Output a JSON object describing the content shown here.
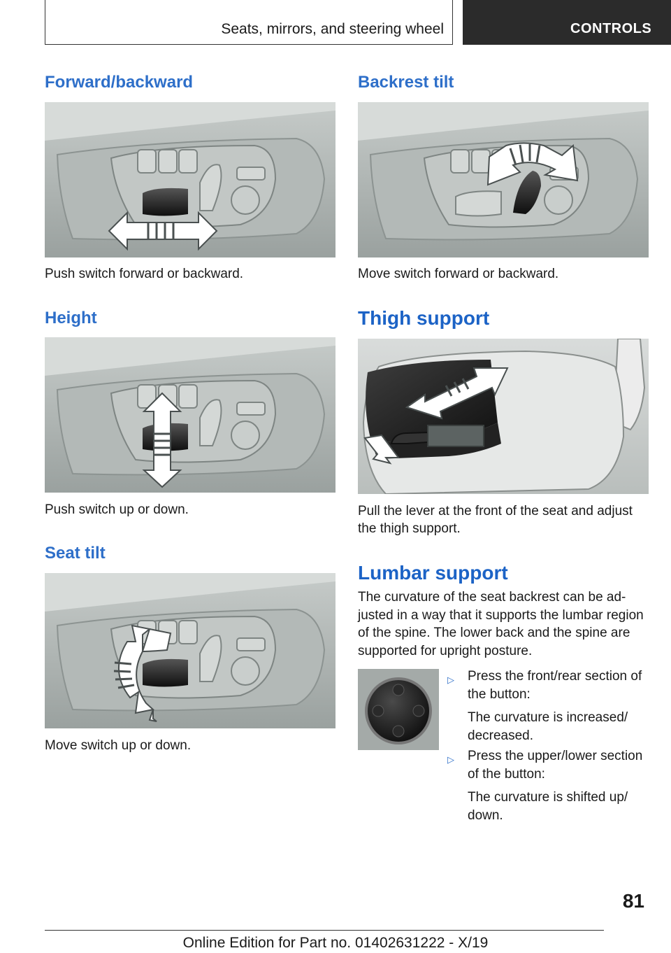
{
  "header": {
    "section_title": "Seats, mirrors, and steering wheel",
    "chapter_tab": "CONTROLS"
  },
  "left_column": {
    "forward_backward": {
      "heading": "Forward/backward",
      "caption": "Push switch forward or backward."
    },
    "height": {
      "heading": "Height",
      "caption": "Push switch up or down."
    },
    "seat_tilt": {
      "heading": "Seat tilt",
      "caption": "Move switch up or down."
    }
  },
  "right_column": {
    "backrest_tilt": {
      "heading": "Backrest tilt",
      "caption": "Move switch forward or backward."
    },
    "thigh_support": {
      "heading": "Thigh support",
      "caption_line1": "Pull the lever at the front of the seat and adjust",
      "caption_line2": "the thigh support."
    },
    "lumbar_support": {
      "heading": "Lumbar support",
      "para_line1": "The curvature of the seat backrest can be ad-",
      "para_line2": "justed in a way that it supports the lumbar region",
      "para_line3": "of the spine. The lower back and the spine are",
      "para_line4": "supported for upright posture.",
      "bullets": [
        {
          "marker": "▷",
          "text_line1": "Press the front/rear section of",
          "text_line2": "the button:",
          "result_line1": "The curvature is increased/",
          "result_line2": "decreased."
        },
        {
          "marker": "▷",
          "text_line1": "Press the upper/lower section",
          "text_line2": "of the button:",
          "result_line1": "The curvature is shifted up/",
          "result_line2": "down."
        }
      ]
    }
  },
  "footer": {
    "page_number": "81",
    "edition_line": "Online Edition for Part no. 01402631222 - X/19"
  },
  "colors": {
    "heading_blue": "#2e6fc9",
    "tab_bg": "#2b2b2b",
    "figure_bg": "#a4aaa8"
  },
  "icons": {
    "bullet_marker": "triangle-right-icon"
  }
}
